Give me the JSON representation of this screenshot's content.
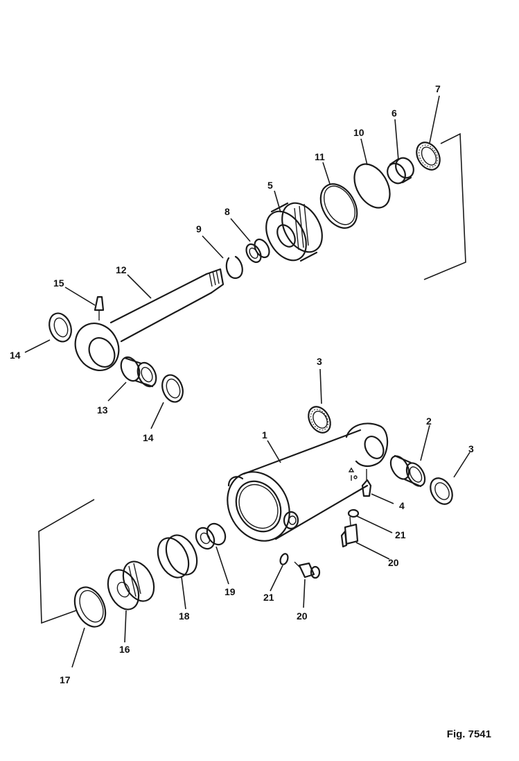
{
  "figure": {
    "label": "Fig. 7541",
    "callouts": {
      "c1": "1",
      "c2": "2",
      "c3a": "3",
      "c3b": "3",
      "c4": "4",
      "c5": "5",
      "c6": "6",
      "c7": "7",
      "c8": "8",
      "c9": "9",
      "c10": "10",
      "c11": "11",
      "c12": "12",
      "c13": "13",
      "c14a": "14",
      "c14b": "14",
      "c15": "15",
      "c16": "16",
      "c17": "17",
      "c18": "18",
      "c19": "19",
      "c20a": "20",
      "c20b": "20",
      "c21a": "21",
      "c21b": "21"
    }
  }
}
